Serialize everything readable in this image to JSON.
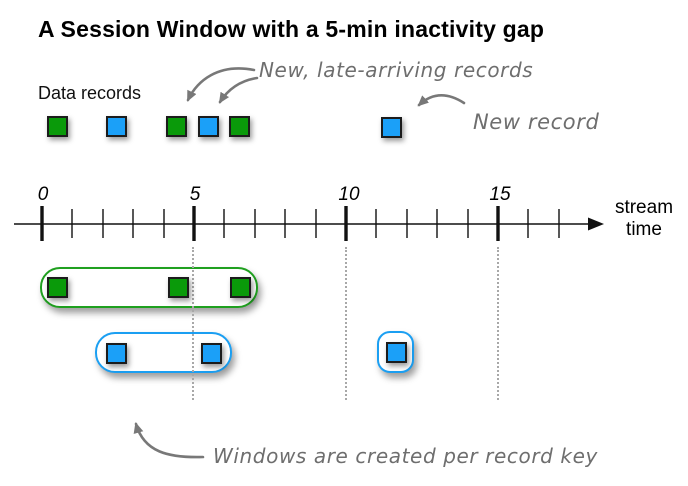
{
  "title": "A Session Window with a 5-min inactivity gap",
  "labels": {
    "data_records": "Data records",
    "stream_time_line1": "stream",
    "stream_time_line2": "time"
  },
  "annotations": {
    "late_records": "New, late-arriving records",
    "new_record": "New record",
    "per_key": "Windows are created per record key"
  },
  "axis": {
    "major_ticks": [
      "0",
      "5",
      "10",
      "15"
    ],
    "minor_tick_interval_minutes": 1,
    "range_minutes": [
      0,
      17
    ],
    "inactivity_gap_minutes": 5
  },
  "records": [
    {
      "key": "green",
      "time": 0.5
    },
    {
      "key": "blue",
      "time": 2.5
    },
    {
      "key": "green",
      "time": 4.5,
      "note": "late-arriving"
    },
    {
      "key": "blue",
      "time": 5.5,
      "note": "late-arriving"
    },
    {
      "key": "green",
      "time": 6.5
    },
    {
      "key": "blue",
      "time": 11.5,
      "note": "new record"
    }
  ],
  "windows": [
    {
      "key": "green",
      "approx_start": 0,
      "approx_end": 7,
      "record_times": [
        0.5,
        4.5,
        6.5
      ]
    },
    {
      "key": "blue",
      "approx_start": 2,
      "approx_end": 6,
      "record_times": [
        2.5,
        5.5
      ]
    },
    {
      "key": "blue",
      "approx_start": 11,
      "approx_end": 12,
      "record_times": [
        11.5
      ]
    }
  ],
  "colors": {
    "green_record": "#0a9a0a",
    "blue_record": "#1ba0f8",
    "green_window_border": "#1fa01f",
    "blue_window_border": "#1b9ff2",
    "annotation_gray": "#6e6e6e",
    "arrow_gray": "#787878",
    "dotted_line": "#a8a8a8",
    "axis": "#111111"
  }
}
